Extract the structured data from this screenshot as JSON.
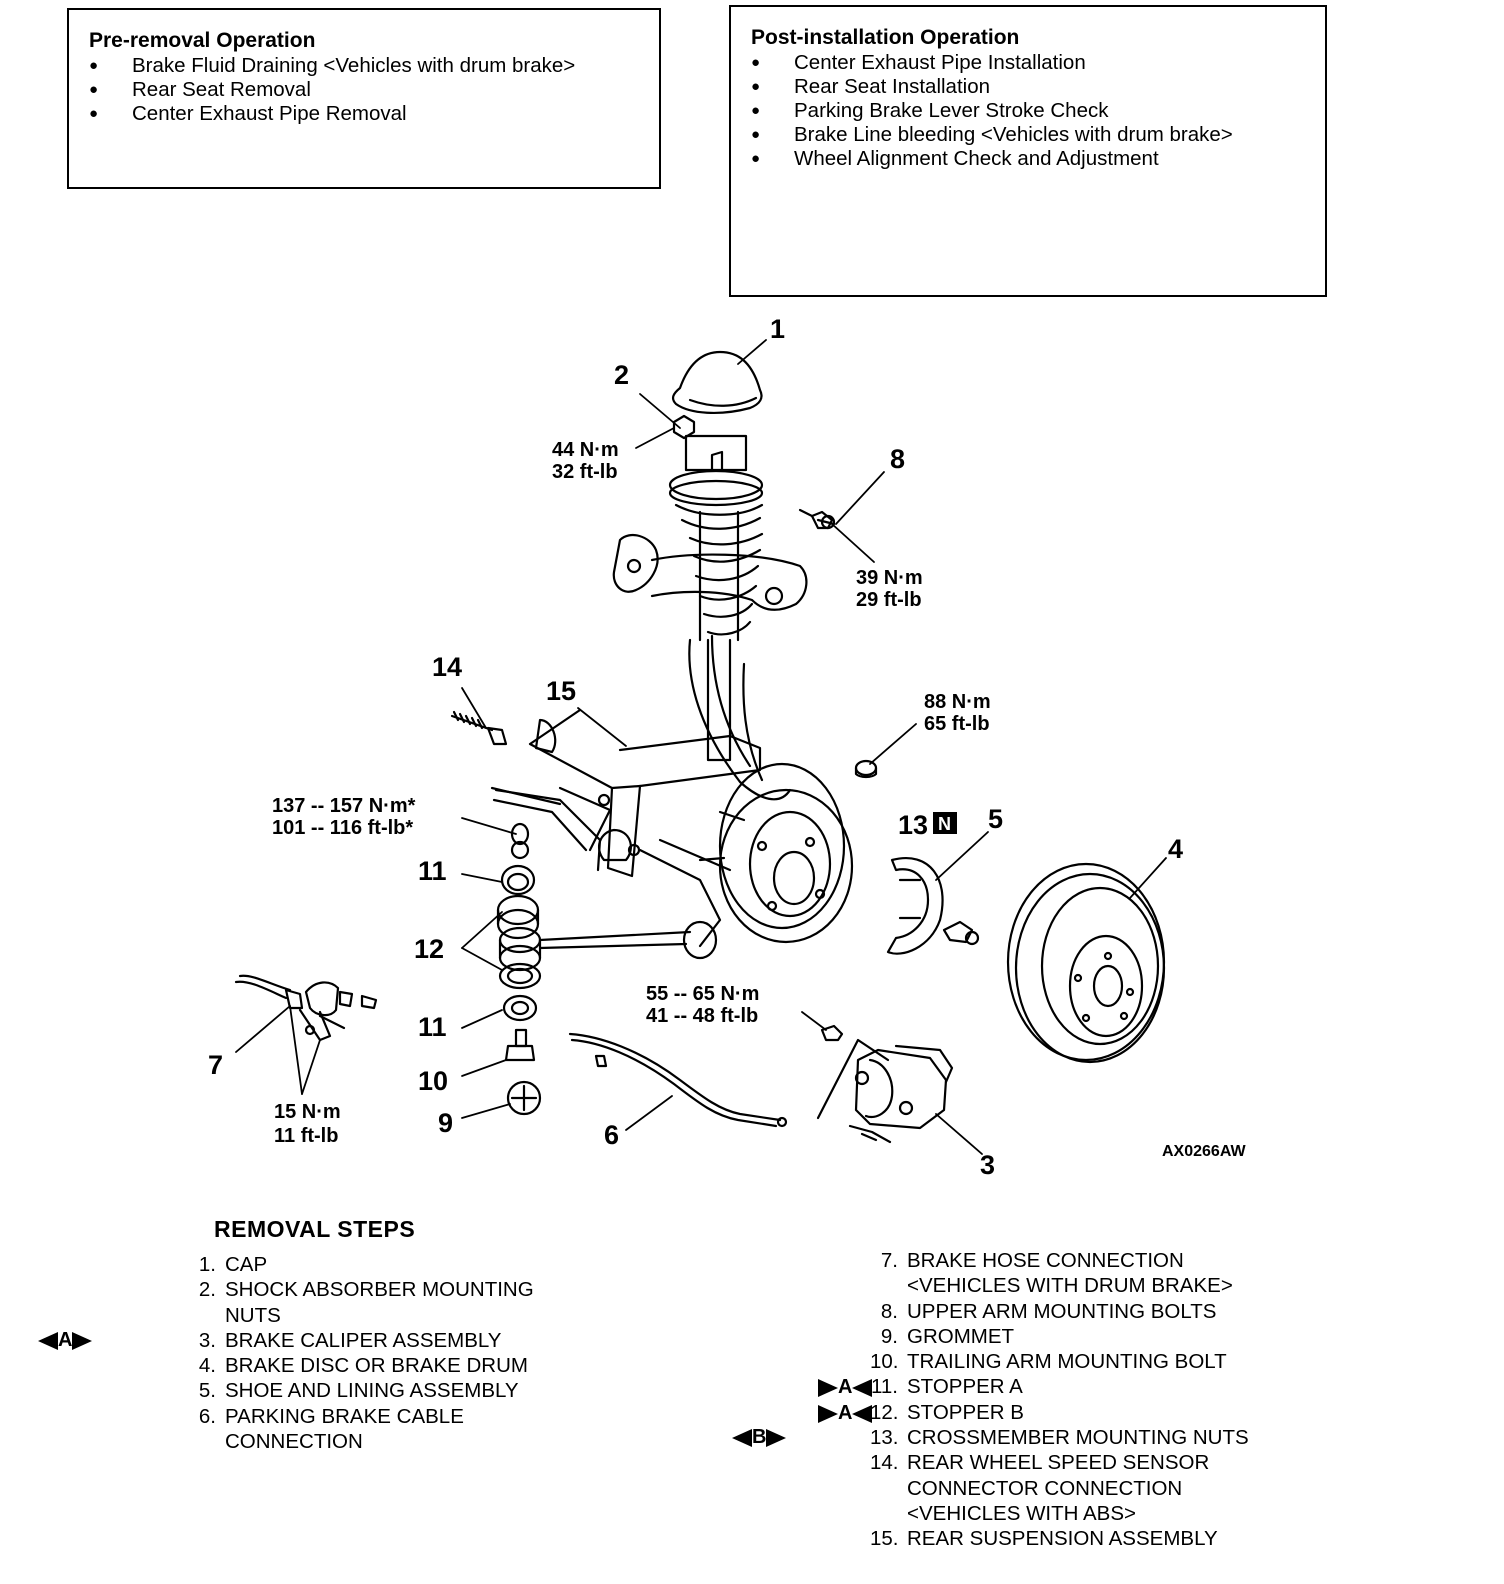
{
  "pre_removal": {
    "title": "Pre-removal Operation",
    "items": [
      "Brake Fluid Draining <Vehicles with drum brake>",
      "Rear Seat Removal",
      "Center Exhaust Pipe Removal"
    ]
  },
  "post_installation": {
    "title": "Post-installation Operation",
    "items": [
      "Center Exhaust Pipe Installation",
      "Rear Seat Installation",
      "Parking Brake Lever Stroke Check",
      "Brake Line bleeding <Vehicles with drum brake>",
      "Wheel Alignment Check and Adjustment"
    ]
  },
  "diagram": {
    "callouts": [
      "1",
      "2",
      "3",
      "4",
      "5",
      "6",
      "7",
      "8",
      "9",
      "10",
      "11",
      "11",
      "12",
      "13",
      "14",
      "15"
    ],
    "torque_2": {
      "nm": "44 N·m",
      "ftlb": "32 ft-lb"
    },
    "torque_8": {
      "nm": "39 N·m",
      "ftlb": "29 ft-lb"
    },
    "torque_13": {
      "nm": "88 N·m",
      "ftlb": "65 ft-lb"
    },
    "torque_10": {
      "nm": "137 -- 157 N·m*",
      "ftlb": "101 -- 116 ft-lb*"
    },
    "torque_3": {
      "nm": "55 -- 65 N·m",
      "ftlb": "41 -- 48 ft-lb"
    },
    "torque_7": {
      "nm": "15 N·m",
      "ftlb": "11 ft-lb"
    },
    "new_part_mark": "N",
    "figure_code": "AX0266AW"
  },
  "removal_steps": {
    "heading": "REMOVAL STEPS",
    "left": [
      {
        "n": "1.",
        "lines": [
          "CAP"
        ]
      },
      {
        "n": "2.",
        "lines": [
          "SHOCK ABSORBER MOUNTING",
          "NUTS"
        ]
      },
      {
        "n": "3.",
        "lines": [
          "BRAKE CALIPER ASSEMBLY"
        ]
      },
      {
        "n": "4.",
        "lines": [
          "BRAKE DISC OR BRAKE DRUM"
        ]
      },
      {
        "n": "5.",
        "lines": [
          "SHOE AND LINING ASSEMBLY"
        ]
      },
      {
        "n": "6.",
        "lines": [
          "PARKING BRAKE CABLE",
          "CONNECTION"
        ]
      }
    ],
    "right": [
      {
        "n": "7.",
        "lines": [
          "BRAKE HOSE CONNECTION",
          "<VEHICLES WITH DRUM BRAKE>"
        ]
      },
      {
        "n": "8.",
        "lines": [
          "UPPER ARM MOUNTING BOLTS"
        ]
      },
      {
        "n": "9.",
        "lines": [
          "GROMMET"
        ]
      },
      {
        "n": "10.",
        "lines": [
          "TRAILING ARM MOUNTING BOLT"
        ]
      },
      {
        "n": "11.",
        "lines": [
          "STOPPER A"
        ]
      },
      {
        "n": "12.",
        "lines": [
          "STOPPER B"
        ]
      },
      {
        "n": "13.",
        "lines": [
          "CROSSMEMBER MOUNTING NUTS"
        ]
      },
      {
        "n": "14.",
        "lines": [
          "REAR WHEEL SPEED SENSOR",
          "CONNECTOR CONNECTION",
          "<VEHICLES WITH ABS>"
        ]
      },
      {
        "n": "15.",
        "lines": [
          "REAR SUSPENSION ASSEMBLY"
        ]
      }
    ],
    "markers": {
      "step3": "A",
      "step11": "A",
      "step12": "A",
      "step13": "B"
    }
  }
}
